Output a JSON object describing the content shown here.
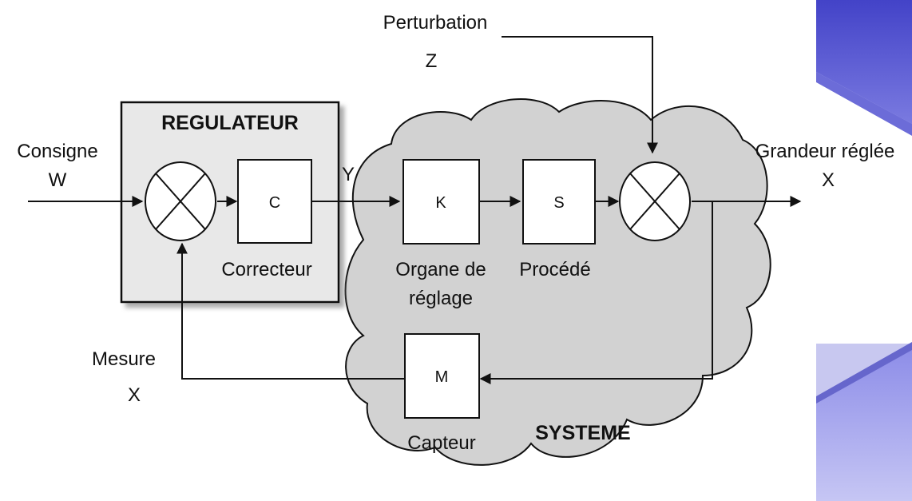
{
  "diagram": {
    "perturbation": {
      "label": "Perturbation",
      "symbol": "Z"
    },
    "consigne": {
      "label": "Consigne",
      "symbol": "W"
    },
    "grandeur": {
      "label": "Grandeur réglée",
      "symbol": "X"
    },
    "mesure": {
      "label": "Mesure",
      "symbol": "X"
    },
    "signal_y": "Y",
    "regulateur": {
      "title": "REGULATEUR"
    },
    "systeme": {
      "title": "SYSTEME"
    },
    "blocks": {
      "correcteur": {
        "letter": "C",
        "caption": "Correcteur"
      },
      "organe": {
        "letter": "K",
        "caption_line1": "Organe de",
        "caption_line2": "réglage"
      },
      "procede": {
        "letter": "S",
        "caption": "Procédé"
      },
      "capteur": {
        "letter": "M",
        "caption": "Capteur"
      }
    }
  },
  "colors": {
    "regulateur_fill": "#e8e8e8",
    "systeme_fill": "#d2d2d2",
    "line": "#111111",
    "panel_top": "#5a5ad8",
    "panel_light": "#b9b9f2"
  }
}
